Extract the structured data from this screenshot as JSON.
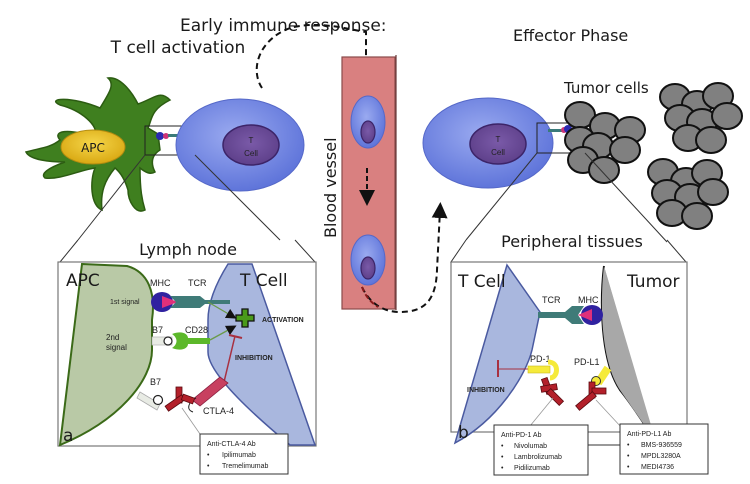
{
  "titles": {
    "early_line1": "Early immune response:",
    "early_line2": "T cell activation",
    "effector": "Effector Phase",
    "tumor_cells": "Tumor cells",
    "blood_vessel": "Blood vessel",
    "lymph_node": "Lymph node",
    "peripheral": "Peripheral tissues"
  },
  "cells": {
    "apc_label": "APC",
    "tcell_line1": "T",
    "tcell_line2": "Cell"
  },
  "panel_a": {
    "letter": "a",
    "apc": "APC",
    "tcell": "T Cell",
    "mhc": "MHC",
    "tcr": "TCR",
    "first_signal": "1st signal",
    "second_signal_1": "2nd",
    "second_signal_2": "signal",
    "b7_top": "B7",
    "cd28": "CD28",
    "b7_bottom": "B7",
    "ctla4": "CTLA-4",
    "activation": "ACTIVATION",
    "inhibition": "INHIBITION",
    "drug_box": {
      "title": "Anti-CTLA-4 Ab",
      "items": [
        "Ipilimumab",
        "Tremelimumab"
      ]
    }
  },
  "panel_b": {
    "letter": "b",
    "tcell": "T Cell",
    "tumor": "Tumor",
    "tcr": "TCR",
    "mhc": "MHC",
    "pd1": "PD-1",
    "pdl1": "PD-L1",
    "inhibition": "INHIBITION",
    "pd1_box": {
      "title": "Anti-PD-1 Ab",
      "items": [
        "Nivolumab",
        "Lambrolizumab",
        "Pidilizumab"
      ]
    },
    "pdl1_box": {
      "title": "Anti-PD-L1 Ab",
      "items": [
        "BMS-936559",
        "MPDL3280A",
        "MEDI4736"
      ]
    }
  },
  "colors": {
    "apc_green": "#3d7a1a",
    "tcell_blue": "#6f87e0",
    "nucleus_purple": "#6a4a94",
    "vessel_red": "#d98080",
    "tumor_gray": "#808080",
    "activation_green": "#4a8a1a",
    "inhibition_red": "#c0303a",
    "antibody_red": "#b3202a"
  }
}
